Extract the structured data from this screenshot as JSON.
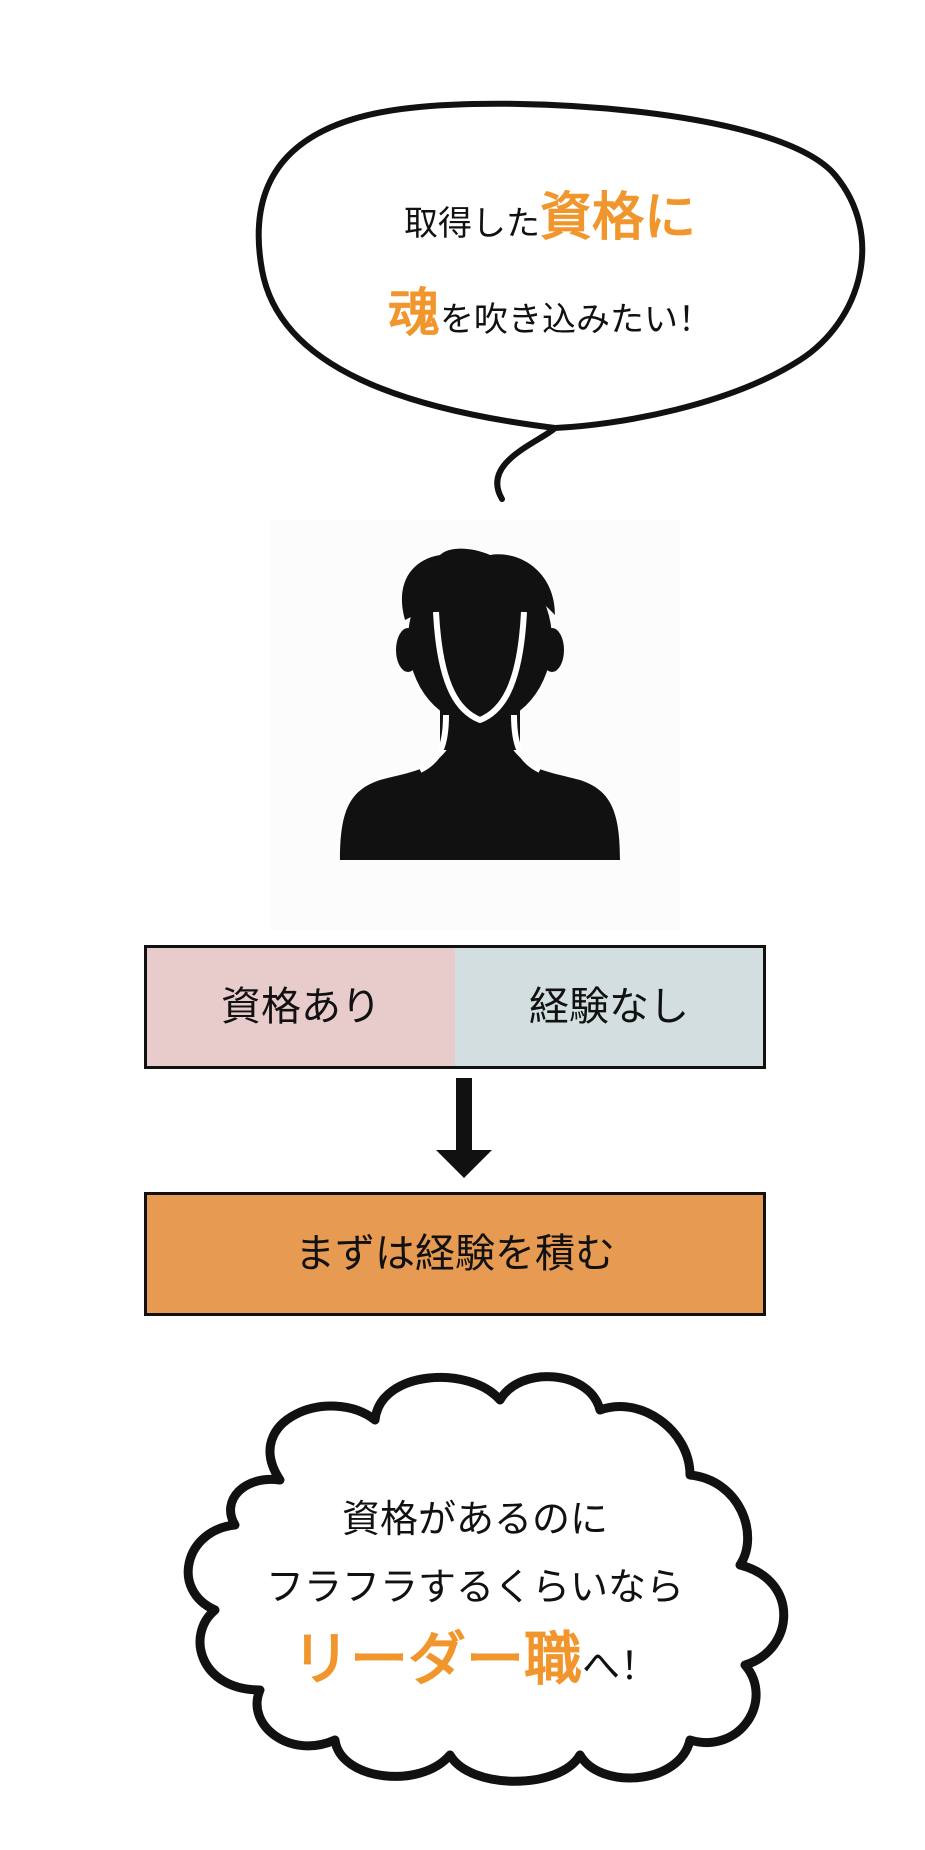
{
  "speech": {
    "line1_prefix": "取得した",
    "line1_accent": "資格に",
    "line2_accent": "魂",
    "line2_suffix": "を吹き込みたい！"
  },
  "status": {
    "has_qualification": "資格あり",
    "no_experience": "経験なし"
  },
  "action": {
    "label": "まずは経験を積む"
  },
  "thought": {
    "line1": "資格があるのに",
    "line2": "フラフラするくらいなら",
    "line3_accent": "リーダー職",
    "line3_suffix": "へ！"
  },
  "colors": {
    "accent": "#f0962d",
    "status_left_bg": "#e8cbcb",
    "status_right_bg": "#d3dee1",
    "action_bg": "#e79a52",
    "outline": "#111111"
  },
  "icons": {
    "person": "person-silhouette-icon",
    "arrow": "arrow-down-icon",
    "speech_bubble": "speech-bubble-icon",
    "thought_cloud": "thought-cloud-icon"
  }
}
